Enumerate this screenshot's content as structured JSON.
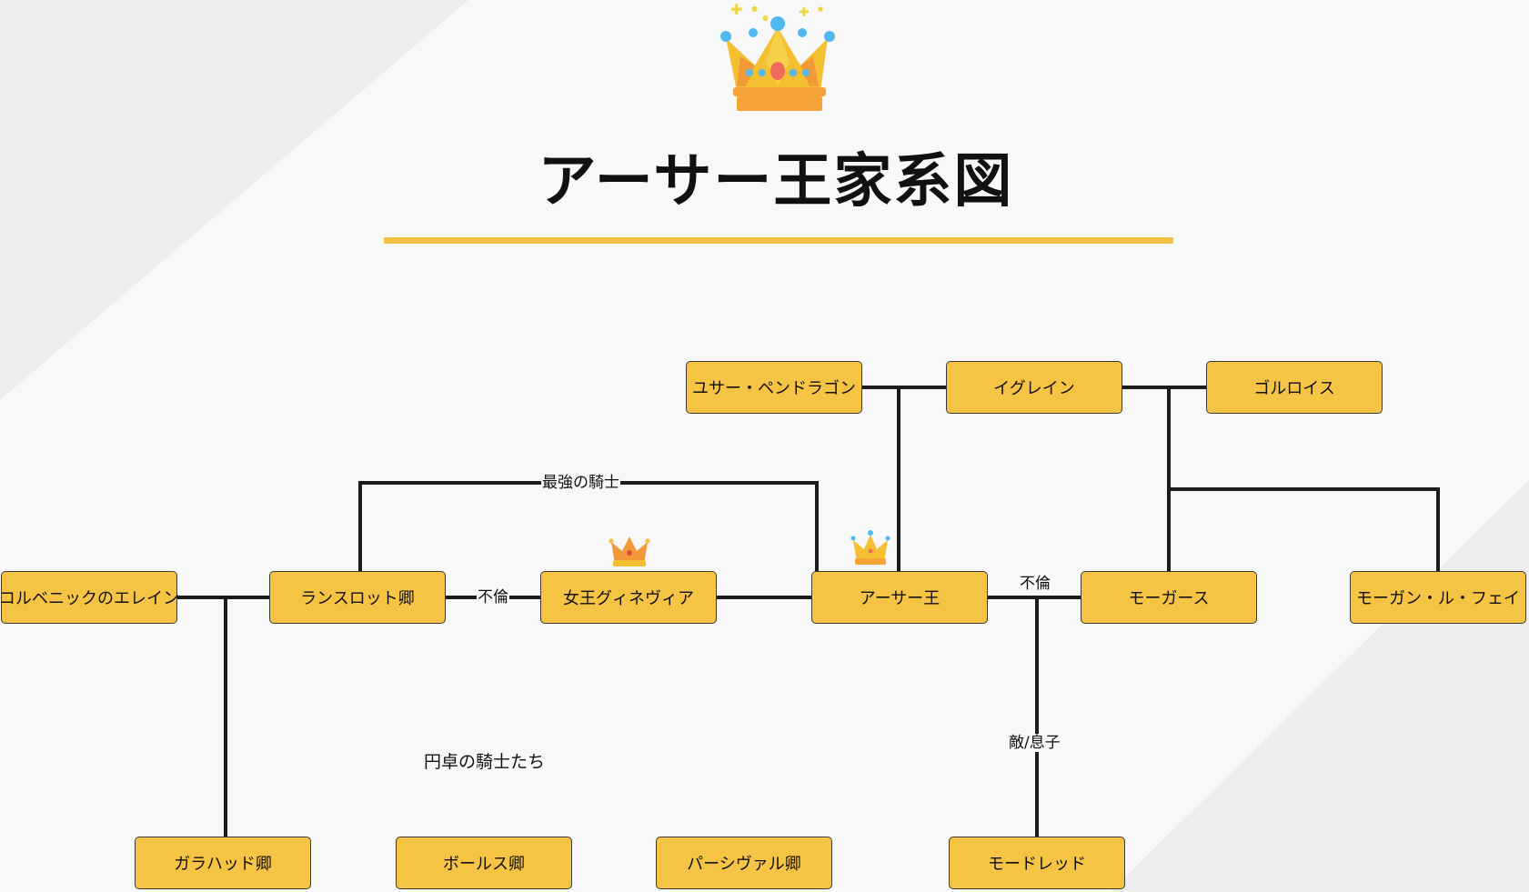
{
  "title": "アーサー王家系図",
  "nodes": {
    "uther": "ユサー・ペンドラゴン",
    "igraine": "イグレイン",
    "gorlois": "ゴルロイス",
    "elaine": "コルベニックのエレイン",
    "lancelot": "ランスロット卿",
    "guinevere": "女王グィネヴィア",
    "arthur": "アーサー王",
    "morgause": "モーガース",
    "morgan": "モーガン・ル・フェイ",
    "galahad": "ガラハッド卿",
    "bors": "ボールス卿",
    "percival": "パーシヴァル卿",
    "mordred": "モードレッド"
  },
  "edge_labels": {
    "strongest_knight": "最強の騎士",
    "affair_left": "不倫",
    "affair_right": "不倫",
    "enemy_son": "敵/息子"
  },
  "group_label": "円卓の騎士たち",
  "colors": {
    "node_fill": "#f6c444",
    "underline": "#f4c242",
    "line": "#1c1c1c",
    "background": "#f8f8f8"
  },
  "icons": [
    "crown-icon-large",
    "crown-icon-guinevere",
    "crown-icon-arthur"
  ]
}
